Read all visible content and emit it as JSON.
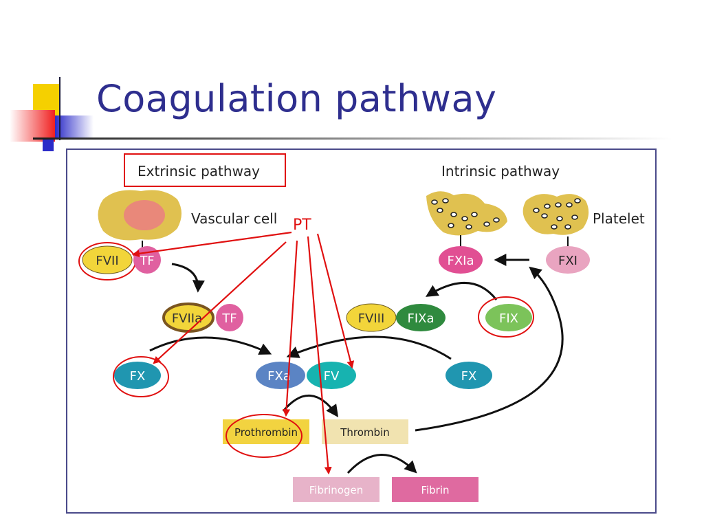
{
  "slide": {
    "title": "Coagulation pathway"
  },
  "diagram": {
    "headers": {
      "extrinsic": "Extrinsic pathway",
      "intrinsic": "Intrinsic pathway"
    },
    "cells": {
      "vascular": "Vascular cell",
      "platelet": "Platelet"
    },
    "annotation": "PT",
    "nodes": {
      "fvii": "FVII",
      "tf1": "TF",
      "fviia": "FVIIa",
      "tf2": "TF",
      "fx_left": "FX",
      "fxa": "FXa",
      "fv": "FV",
      "fx_right": "FX",
      "fviii": "FVIII",
      "fixa": "FIXa",
      "fix": "FIX",
      "fxia": "FXIa",
      "fxi": "FXI",
      "prothrombin": "Prothrombin",
      "thrombin": "Thrombin",
      "fibrinogen": "Fibrinogen",
      "fibrin": "Fibrin"
    },
    "colors": {
      "title": "#2e2e8e",
      "highlight": "#e01010",
      "fvii": "#f2d53a",
      "tf": "#e060a0",
      "fx": "#2096b0",
      "fxa": "#5b84c4",
      "fv": "#17b3b0",
      "fixa": "#2f8a3e",
      "fix": "#7cc35a",
      "fxi": "#e9a4c0",
      "fxia": "#e14f93",
      "prothrombin": "#f2d340",
      "thrombin": "#f1e3b0",
      "fibrinogen": "#e7b3c9",
      "fibrin": "#df6aa0",
      "cell": "#e0c150"
    }
  }
}
